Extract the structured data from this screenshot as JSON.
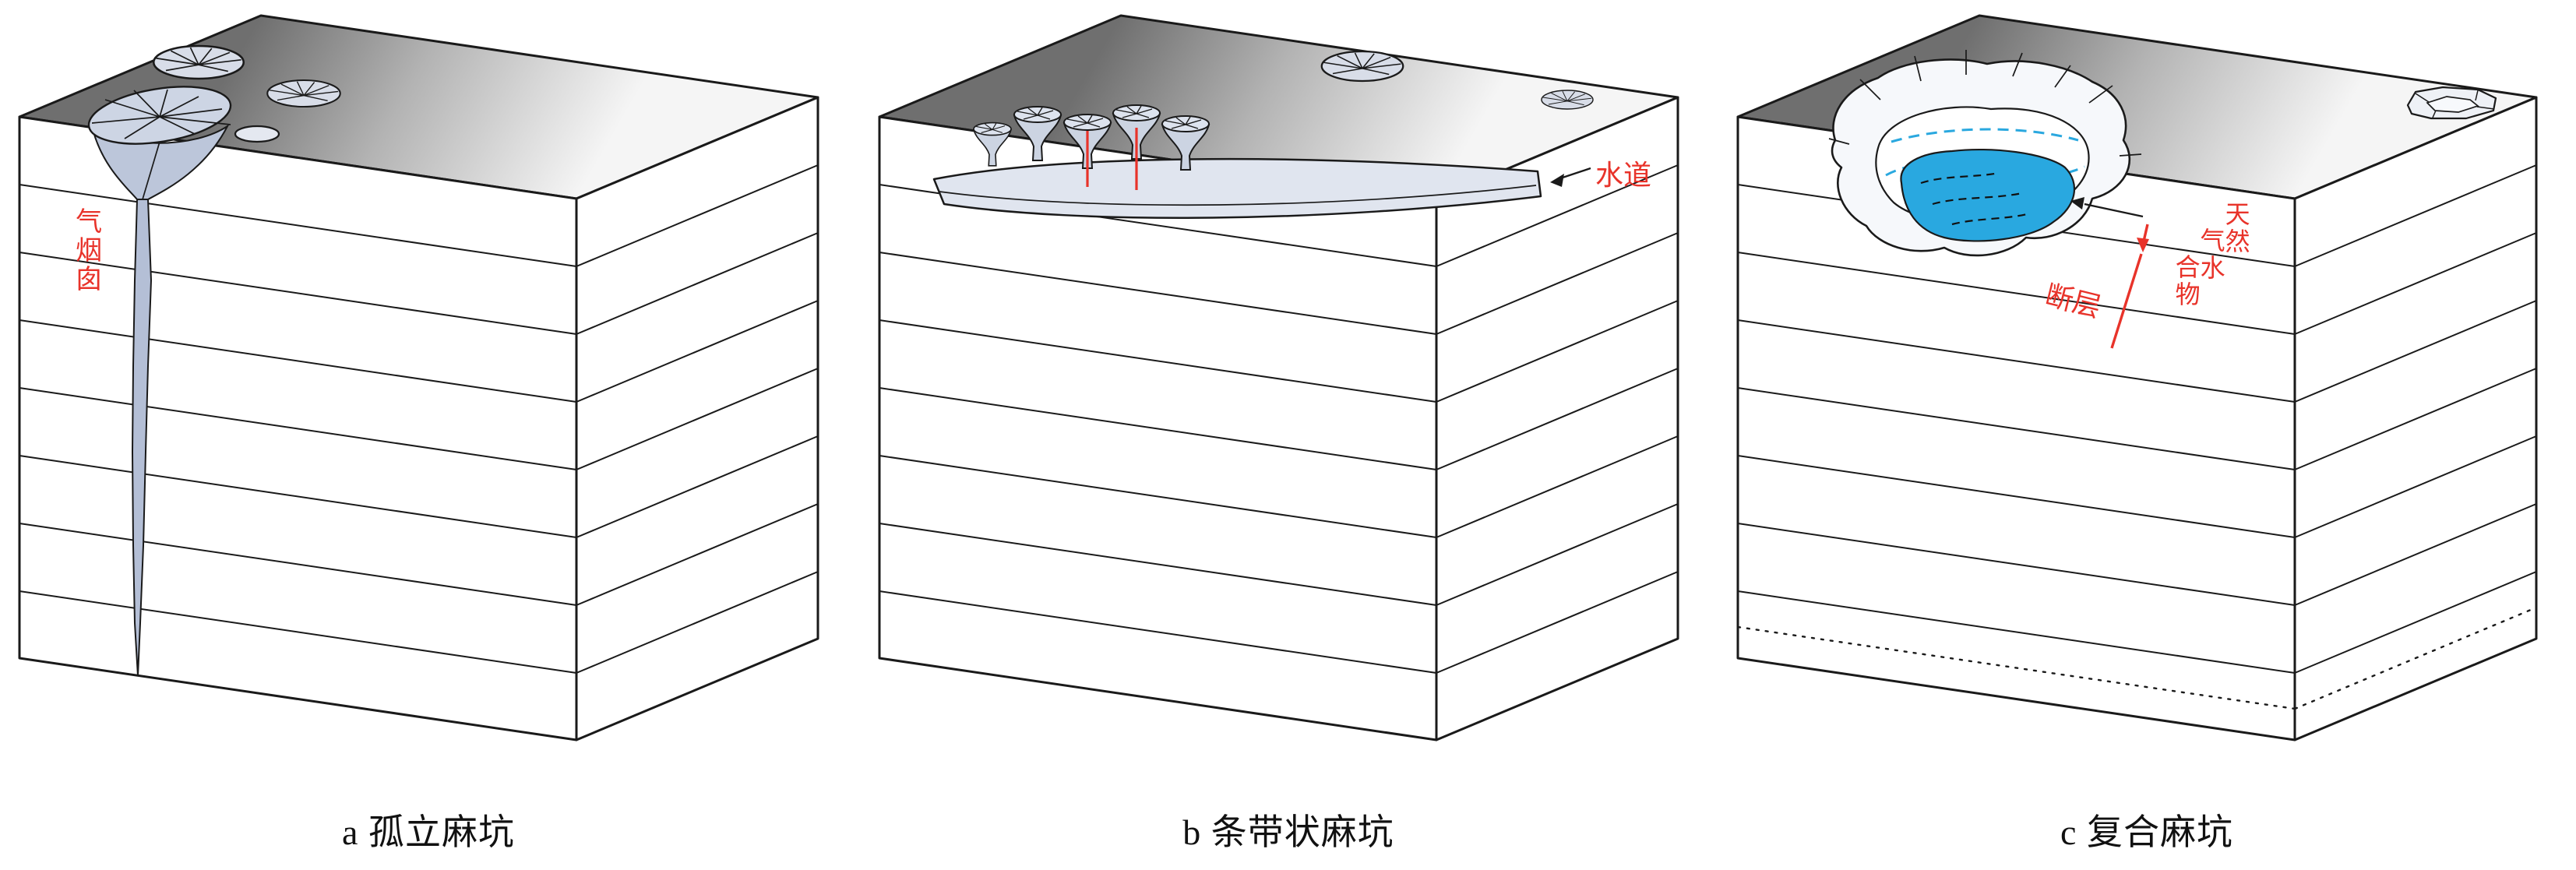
{
  "figure": {
    "type": "geological-block-diagrams-of-pockmarks",
    "panels": [
      {
        "id": "a",
        "caption": "a 孤立麻坑",
        "annotations": {
          "chimney": "气烟囱"
        }
      },
      {
        "id": "b",
        "caption": "b 条带状麻坑",
        "annotations": {
          "channel": "水道"
        }
      },
      {
        "id": "c",
        "caption": "c 复合麻坑",
        "annotations": {
          "fault": "断层",
          "hydrate": "天然气水合物",
          "hydrate_lines": [
            "天然",
            "气水",
            "合物"
          ]
        }
      }
    ],
    "colors": {
      "annotation_red": "#e8332a",
      "hydrate_blue": "#29a8e0",
      "outline": "#1a1a1a",
      "top_face_dark": "#777777",
      "top_face_light": "#f5f5f5",
      "funnel_fill": "#c3cbdd"
    }
  }
}
